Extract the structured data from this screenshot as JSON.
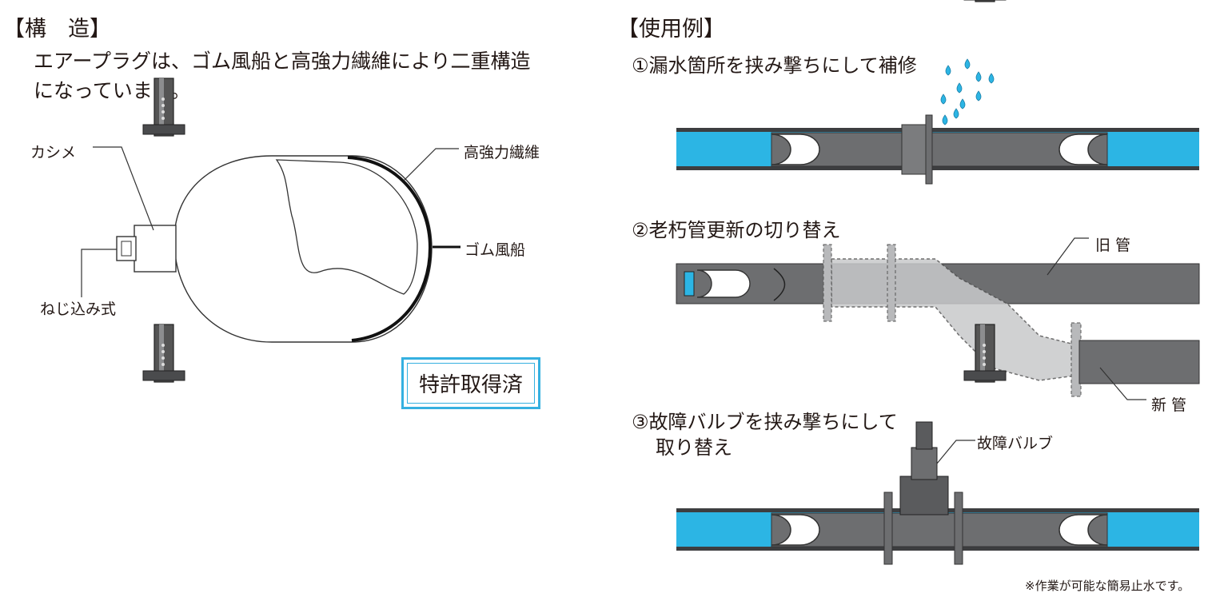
{
  "left": {
    "heading": "【構　造】",
    "description": "エアープラグは、ゴム風船と高強力繊維により二重構造になっています。",
    "labels": {
      "kashime": "カシメ",
      "screw": "ねじ込み式",
      "fiber": "高強力繊維",
      "balloon": "ゴム風船"
    },
    "patent": "特許取得済"
  },
  "right": {
    "heading": "【使用例】",
    "examples": [
      {
        "caption": "①漏水箇所を挟み撃ちにして補修"
      },
      {
        "caption": "②老朽管更新の切り替え",
        "old_pipe": "旧 管",
        "new_pipe": "新 管"
      },
      {
        "caption_line1": "③故障バルブを挟み撃ちにして",
        "caption_line2": "取り替え",
        "valve": "故障バルブ"
      }
    ],
    "note": "※作業が可能な簡易止水です。"
  },
  "colors": {
    "water": "#2cb5e4",
    "pipe": "#6d6e70",
    "pipe_dark": "#3d3e40",
    "bypass": "#c8c9cb"
  }
}
